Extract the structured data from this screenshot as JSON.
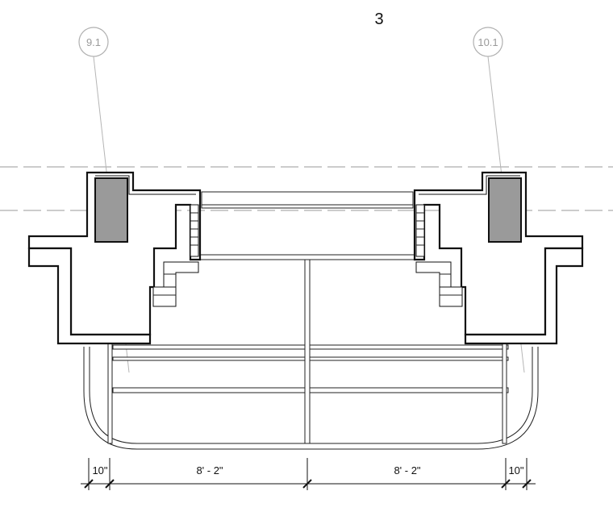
{
  "view_number": "3",
  "grid_bubbles": {
    "left": "9.1",
    "right": "10.1"
  },
  "dimensions": [
    "10\"",
    "8' - 2\"",
    "8' - 2\"",
    "10\""
  ]
}
